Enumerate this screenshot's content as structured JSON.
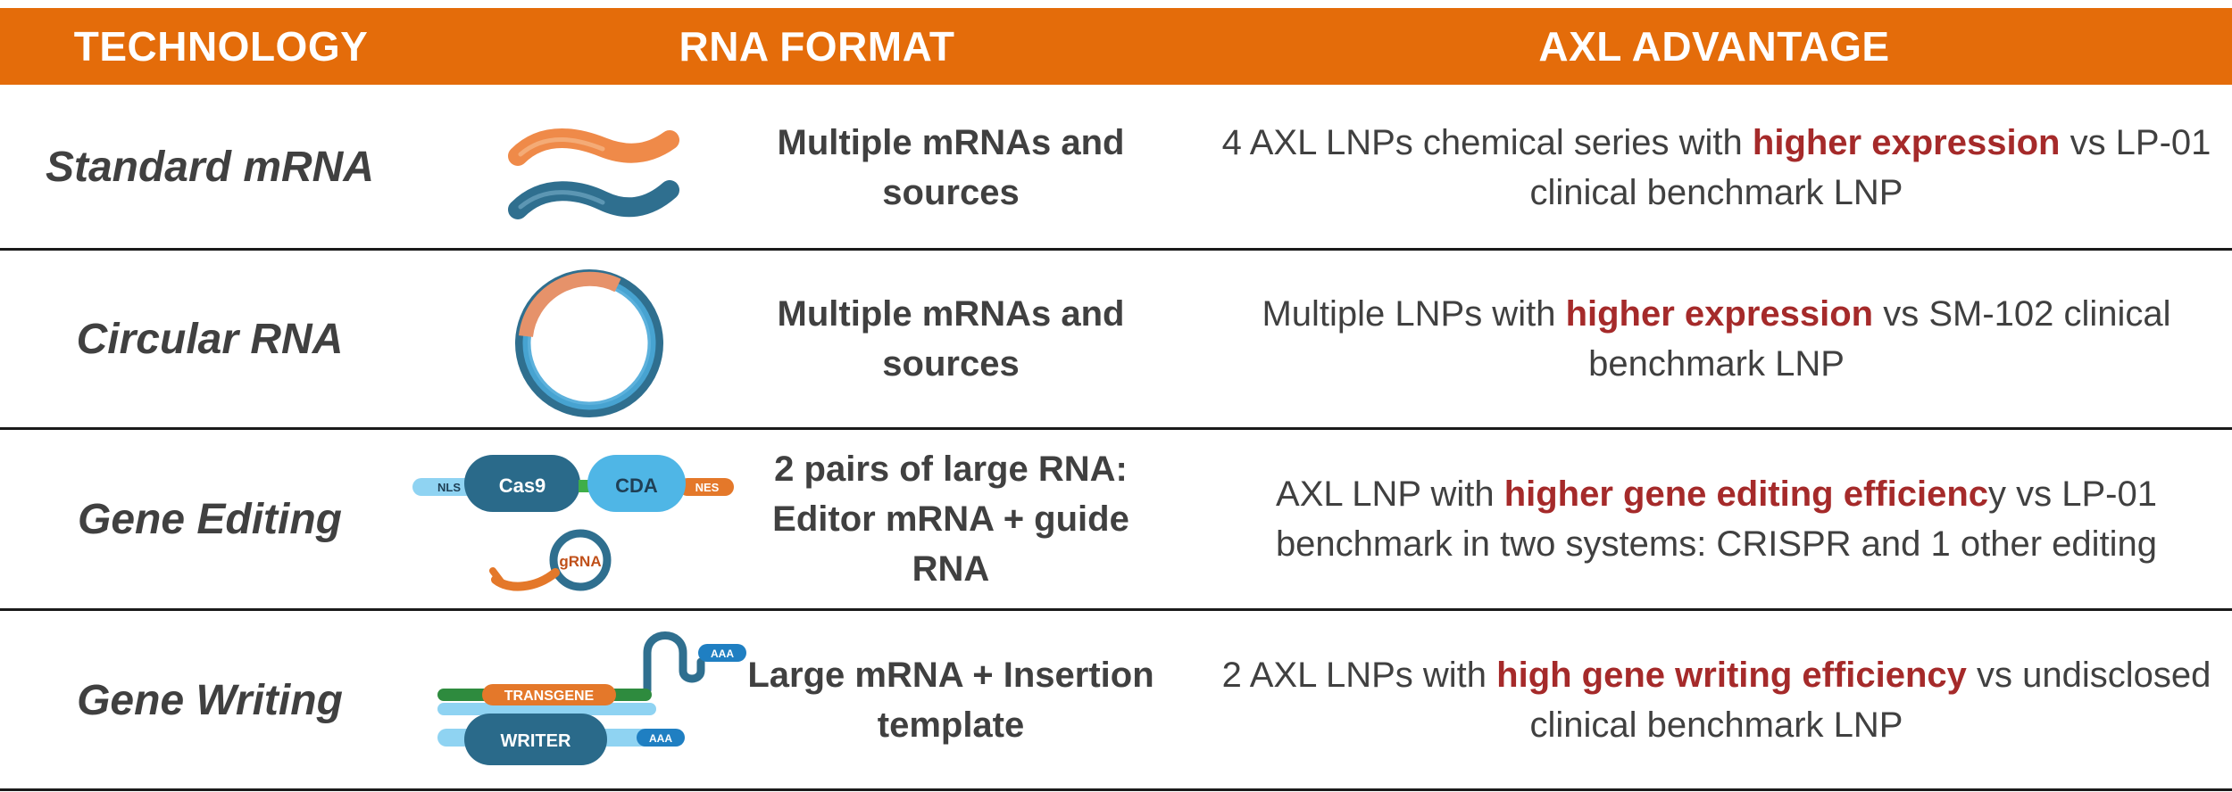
{
  "header": {
    "technology": "TECHNOLOGY",
    "rna_format": "RNA FORMAT",
    "axl_advantage": "AXL ADVANTAGE"
  },
  "colors": {
    "header_bg": "#e46c0a",
    "highlight": "#a52a2a",
    "rna_orange": "#ef8a49",
    "rna_blue": "#2f6f8f"
  },
  "rows": [
    {
      "technology": "Standard mRNA",
      "icon": "mrna-strands-icon",
      "format": "Multiple mRNAs and sources",
      "adv_pre": "4 AXL LNPs chemical series with ",
      "adv_hl": "higher expression",
      "adv_post": " vs LP-01 clinical benchmark LNP"
    },
    {
      "technology": "Circular RNA",
      "icon": "circular-rna-icon",
      "format": "Multiple mRNAs and sources",
      "adv_pre": "Multiple LNPs with ",
      "adv_hl": "higher expression",
      "adv_post": " vs SM-102 clinical benchmark LNP"
    },
    {
      "technology": "Gene Editing",
      "icon": "gene-editor-icon",
      "icon_labels": {
        "nls": "NLS",
        "cas9": "Cas9",
        "cda": "CDA",
        "nes": "NES",
        "grna": "gRNA"
      },
      "format": "2 pairs of large RNA: Editor mRNA + guide RNA",
      "adv_pre": "AXL LNP with ",
      "adv_hl": "higher gene editing efficienc",
      "adv_post": "y vs LP-01 benchmark in two systems: CRISPR and 1 other editing"
    },
    {
      "technology": "Gene Writing",
      "icon": "gene-writer-icon",
      "icon_labels": {
        "transgene": "TRANSGENE",
        "writer": "WRITER",
        "aaa_top": "AAA",
        "aaa_bottom": "AAA"
      },
      "format": "Large mRNA + Insertion template",
      "adv_pre": "2 AXL LNPs with ",
      "adv_hl": "high gene writing efficiency",
      "adv_post": " vs undisclosed clinical benchmark LNP"
    }
  ]
}
